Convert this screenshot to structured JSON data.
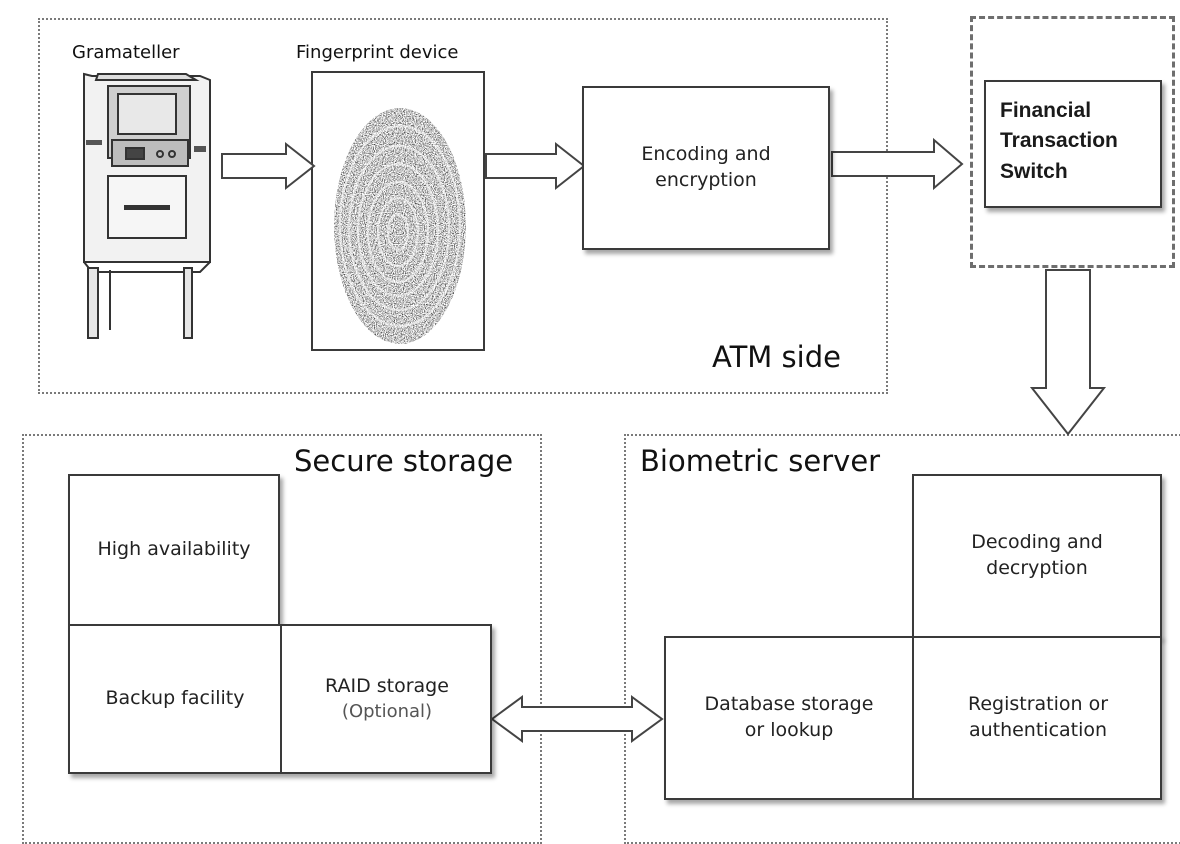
{
  "atm_region": {
    "title": "ATM side",
    "gramateller_label": "Gramateller",
    "fingerprint_label": "Fingerprint device",
    "encoding_line1": "Encoding and",
    "encoding_line2": "encryption"
  },
  "switch": {
    "line1": "Financial",
    "line2": "Transaction",
    "line3": "Switch"
  },
  "secure_storage": {
    "title": "Secure storage",
    "high_availability": "High availability",
    "backup_facility": "Backup facility",
    "raid_line1": "RAID storage",
    "raid_line2": "(Optional)"
  },
  "biometric_server": {
    "title": "Biometric server",
    "decoding_line1": "Decoding and",
    "decoding_line2": "decryption",
    "database_line1": "Database storage",
    "database_line2": "or lookup",
    "registration_line1": "Registration or",
    "registration_line2": "authentication"
  }
}
